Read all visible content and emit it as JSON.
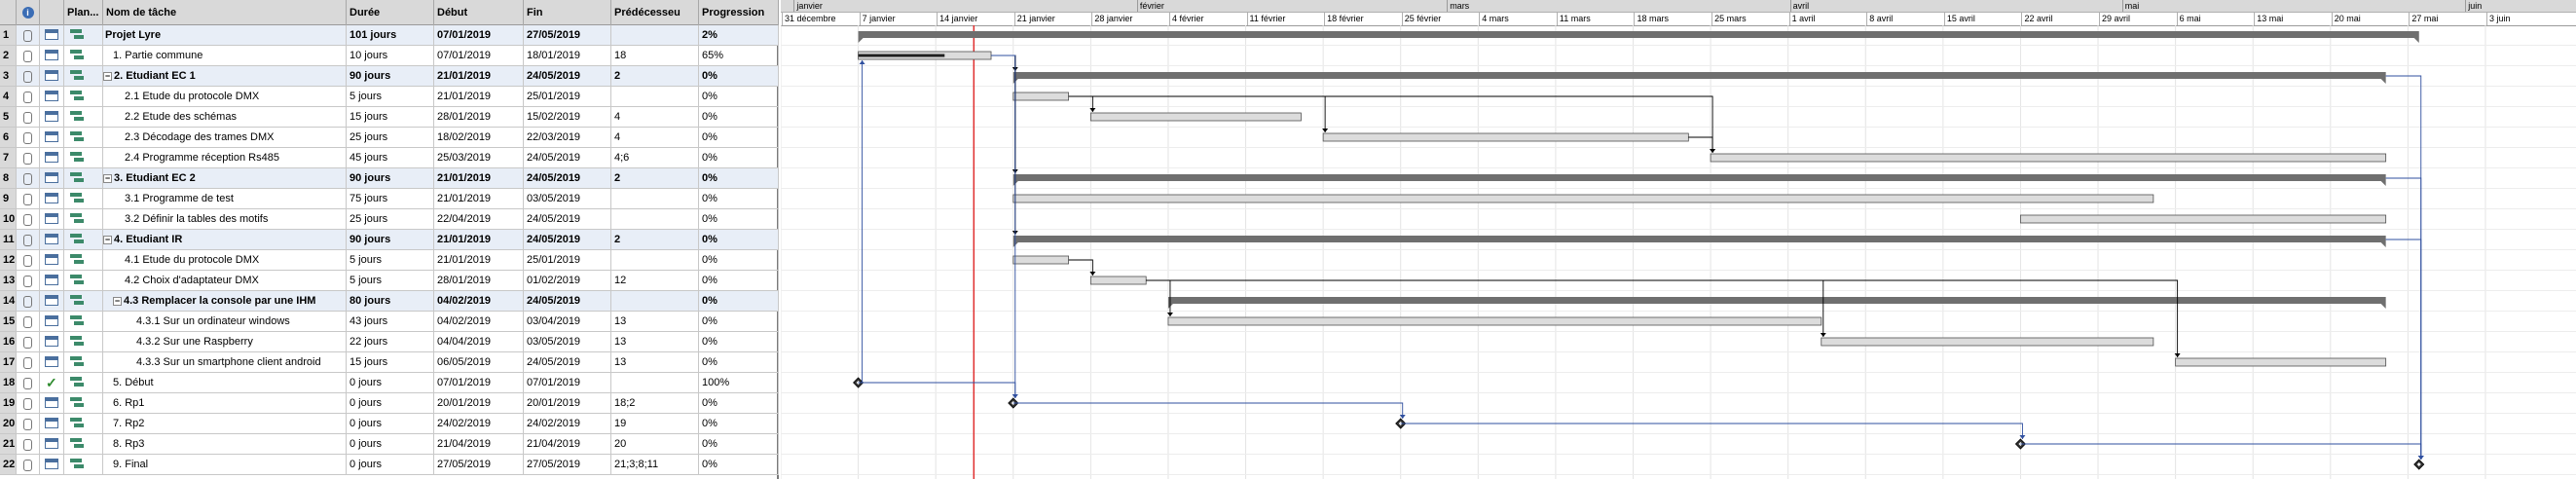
{
  "columns": {
    "num": "",
    "info": "",
    "mode": "Plan...",
    "name": "Nom de tâche",
    "duration": "Durée",
    "start": "Début",
    "end": "Fin",
    "pred": "Prédécesseu",
    "progress": "Progression"
  },
  "rows": [
    {
      "id": "1",
      "name": "Projet Lyre",
      "duration": "101 jours",
      "start": "07/01/2019",
      "end": "27/05/2019",
      "pred": "",
      "progress": "2%",
      "level": 0,
      "summary": true
    },
    {
      "id": "2",
      "name": "1. Partie commune",
      "duration": "10 jours",
      "start": "07/01/2019",
      "end": "18/01/2019",
      "pred": "18",
      "progress": "65%",
      "level": 1,
      "summary": false
    },
    {
      "id": "3",
      "name": "2. Etudiant EC 1",
      "duration": "90 jours",
      "start": "21/01/2019",
      "end": "24/05/2019",
      "pred": "2",
      "progress": "0%",
      "level": 1,
      "summary": true
    },
    {
      "id": "4",
      "name": "2.1 Etude du protocole DMX",
      "duration": "5 jours",
      "start": "21/01/2019",
      "end": "25/01/2019",
      "pred": "",
      "progress": "0%",
      "level": 2,
      "summary": false
    },
    {
      "id": "5",
      "name": "2.2 Etude des schémas",
      "duration": "15 jours",
      "start": "28/01/2019",
      "end": "15/02/2019",
      "pred": "4",
      "progress": "0%",
      "level": 2,
      "summary": false
    },
    {
      "id": "6",
      "name": "2.3 Décodage des trames DMX",
      "duration": "25 jours",
      "start": "18/02/2019",
      "end": "22/03/2019",
      "pred": "4",
      "progress": "0%",
      "level": 2,
      "summary": false
    },
    {
      "id": "7",
      "name": "2.4 Programme réception Rs485",
      "duration": "45 jours",
      "start": "25/03/2019",
      "end": "24/05/2019",
      "pred": "4;6",
      "progress": "0%",
      "level": 2,
      "summary": false
    },
    {
      "id": "8",
      "name": "3. Etudiant EC 2",
      "duration": "90 jours",
      "start": "21/01/2019",
      "end": "24/05/2019",
      "pred": "2",
      "progress": "0%",
      "level": 1,
      "summary": true
    },
    {
      "id": "9",
      "name": "3.1 Programme de test",
      "duration": "75 jours",
      "start": "21/01/2019",
      "end": "03/05/2019",
      "pred": "",
      "progress": "0%",
      "level": 2,
      "summary": false
    },
    {
      "id": "10",
      "name": "3.2 Définir la tables des motifs",
      "duration": "25 jours",
      "start": "22/04/2019",
      "end": "24/05/2019",
      "pred": "",
      "progress": "0%",
      "level": 2,
      "summary": false
    },
    {
      "id": "11",
      "name": "4. Etudiant IR",
      "duration": "90 jours",
      "start": "21/01/2019",
      "end": "24/05/2019",
      "pred": "2",
      "progress": "0%",
      "level": 1,
      "summary": true
    },
    {
      "id": "12",
      "name": "4.1 Etude du protocole DMX",
      "duration": "5 jours",
      "start": "21/01/2019",
      "end": "25/01/2019",
      "pred": "",
      "progress": "0%",
      "level": 2,
      "summary": false
    },
    {
      "id": "13",
      "name": "4.2 Choix d'adaptateur DMX",
      "duration": "5 jours",
      "start": "28/01/2019",
      "end": "01/02/2019",
      "pred": "12",
      "progress": "0%",
      "level": 2,
      "summary": false
    },
    {
      "id": "14",
      "name": "4.3 Remplacer la console par une IHM",
      "duration": "80 jours",
      "start": "04/02/2019",
      "end": "24/05/2019",
      "pred": "",
      "progress": "0%",
      "level": 2,
      "summary": true
    },
    {
      "id": "15",
      "name": "4.3.1 Sur un ordinateur windows",
      "duration": "43 jours",
      "start": "04/02/2019",
      "end": "03/04/2019",
      "pred": "13",
      "progress": "0%",
      "level": 3,
      "summary": false
    },
    {
      "id": "16",
      "name": "4.3.2 Sur une Raspberry",
      "duration": "22 jours",
      "start": "04/04/2019",
      "end": "03/05/2019",
      "pred": "13",
      "progress": "0%",
      "level": 3,
      "summary": false
    },
    {
      "id": "17",
      "name": "4.3.3 Sur un smartphone client android",
      "duration": "15 jours",
      "start": "06/05/2019",
      "end": "24/05/2019",
      "pred": "13",
      "progress": "0%",
      "level": 3,
      "summary": false
    },
    {
      "id": "18",
      "name": "5. Début",
      "duration": "0 jours",
      "start": "07/01/2019",
      "end": "07/01/2019",
      "pred": "",
      "progress": "100%",
      "level": 1,
      "summary": false,
      "done": true
    },
    {
      "id": "19",
      "name": "6. Rp1",
      "duration": "0 jours",
      "start": "20/01/2019",
      "end": "20/01/2019",
      "pred": "18;2",
      "progress": "0%",
      "level": 1,
      "summary": false
    },
    {
      "id": "20",
      "name": "7. Rp2",
      "duration": "0 jours",
      "start": "24/02/2019",
      "end": "24/02/2019",
      "pred": "19",
      "progress": "0%",
      "level": 1,
      "summary": false
    },
    {
      "id": "21",
      "name": "8. Rp3",
      "duration": "0 jours",
      "start": "21/04/2019",
      "end": "21/04/2019",
      "pred": "20",
      "progress": "0%",
      "level": 1,
      "summary": false
    },
    {
      "id": "22",
      "name": "9. Final",
      "duration": "0 jours",
      "start": "27/05/2019",
      "end": "27/05/2019",
      "pred": "21;3;8;11",
      "progress": "0%",
      "level": 1,
      "summary": false
    }
  ],
  "timescale": {
    "months": [
      "janvier",
      "février",
      "mars",
      "avril",
      "mai",
      "juin"
    ],
    "weeks": [
      "31 décembre",
      "7 janvier",
      "14 janvier",
      "21 janvier",
      "28 janvier",
      "4 février",
      "11 février",
      "18 février",
      "25 février",
      "4 mars",
      "11 mars",
      "18 mars",
      "25 mars",
      "1 avril",
      "8 avril",
      "15 avril",
      "22 avril",
      "29 avril",
      "6 mai",
      "13 mai",
      "20 mai",
      "27 mai",
      "3 juin"
    ]
  },
  "colors": {
    "summary_bar": "#6f6f6f",
    "task_bar": "#dcdcdc",
    "task_border": "#505050",
    "progress": "#1f1f1f",
    "milestone": "#333333",
    "link": "#2f4f9f",
    "today": "#e03030",
    "grid": "#e4e4e4"
  }
}
